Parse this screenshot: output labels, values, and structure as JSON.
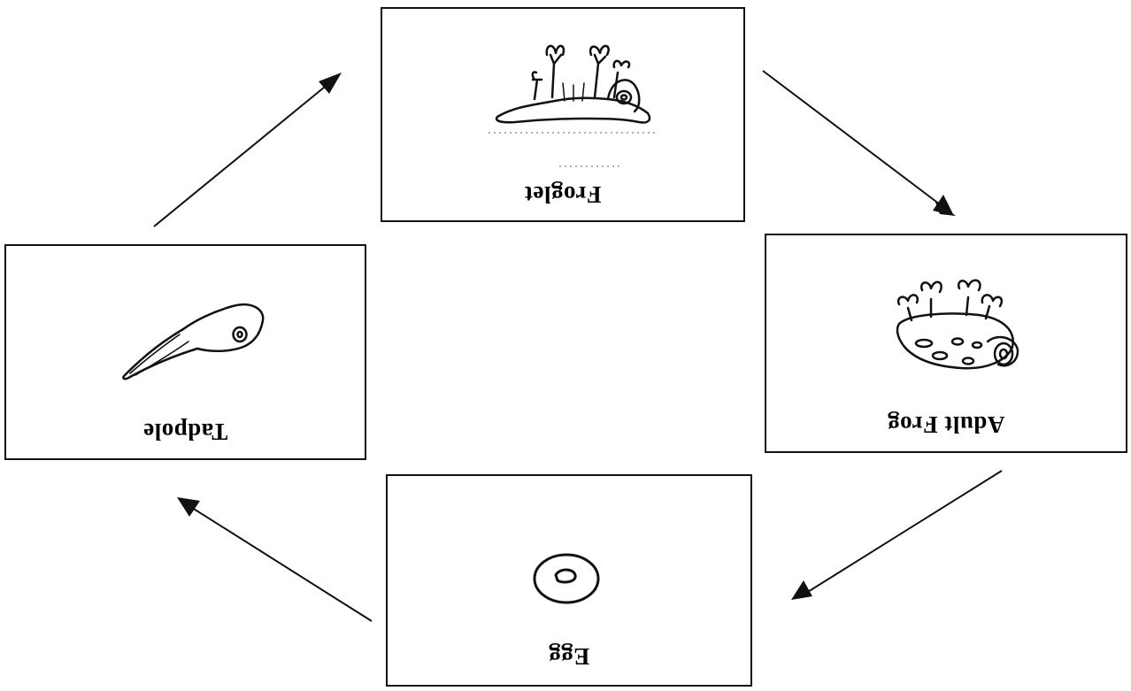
{
  "diagram": {
    "stages": [
      {
        "id": "froglet",
        "label": "Froglet",
        "icon": "froglet-drawing"
      },
      {
        "id": "adult",
        "label": "Adult Frog",
        "icon": "adult-frog-drawing"
      },
      {
        "id": "egg",
        "label": "Egg",
        "icon": "egg-drawing"
      },
      {
        "id": "tadpole",
        "label": "Tadpole",
        "icon": "tadpole-drawing"
      }
    ],
    "cycle_order": [
      "egg",
      "tadpole",
      "froglet",
      "adult"
    ],
    "orientation": "upside-down",
    "line_color": "#111111"
  }
}
